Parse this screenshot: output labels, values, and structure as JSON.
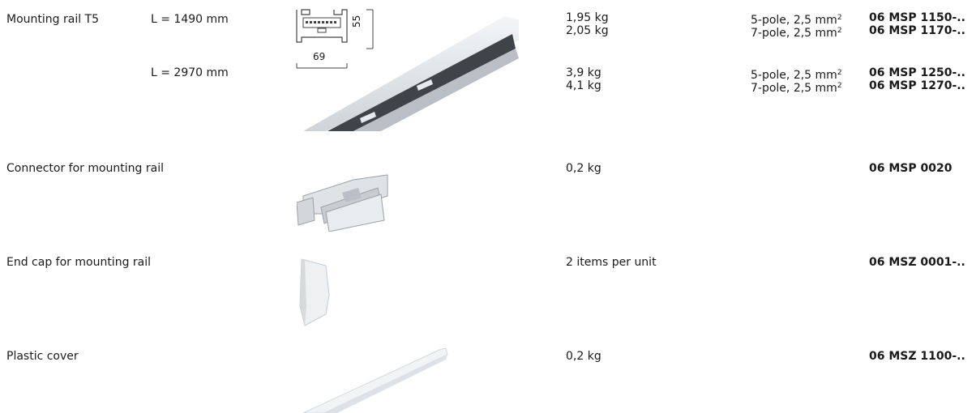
{
  "products": [
    {
      "name": "Mounting rail T5",
      "image_icon": "mounting-rail-image",
      "variants": [
        {
          "length": "L = 1490 mm",
          "entries": [
            {
              "weight": "1,95 kg",
              "pole": "5-pole, 2,5 mm",
              "sup": "2",
              "article": "06 MSP 1150-.."
            },
            {
              "weight": "2,05 kg",
              "pole": "7-pole, 2,5 mm",
              "sup": "2",
              "article": "06 MSP 1170-.."
            }
          ]
        },
        {
          "length": "L = 2970 mm",
          "entries": [
            {
              "weight": "3,9 kg",
              "pole": "5-pole, 2,5 mm",
              "sup": "2",
              "article": "06 MSP 1250-.."
            },
            {
              "weight": "4,1 kg",
              "pole": "7-pole, 2,5 mm",
              "sup": "2",
              "article": "06 MSP 1270-.."
            }
          ]
        }
      ],
      "cross_section": {
        "height": "55",
        "width": "69"
      }
    },
    {
      "name": "Connector for mounting rail",
      "image_icon": "connector-image",
      "info": "0,2 kg",
      "article": "06 MSP 0020"
    },
    {
      "name": "End cap for mounting rail",
      "image_icon": "end-cap-image",
      "info": "2 items per unit",
      "article": "06 MSZ 0001-.."
    },
    {
      "name": "Plastic cover",
      "image_icon": "plastic-cover-image",
      "info": "0,2 kg",
      "article": "06 MSZ 1100-.."
    }
  ],
  "colors": {
    "text": "#1a1a1a",
    "metal_light": "#e6e9ec",
    "metal_dark": "#3f4448"
  }
}
